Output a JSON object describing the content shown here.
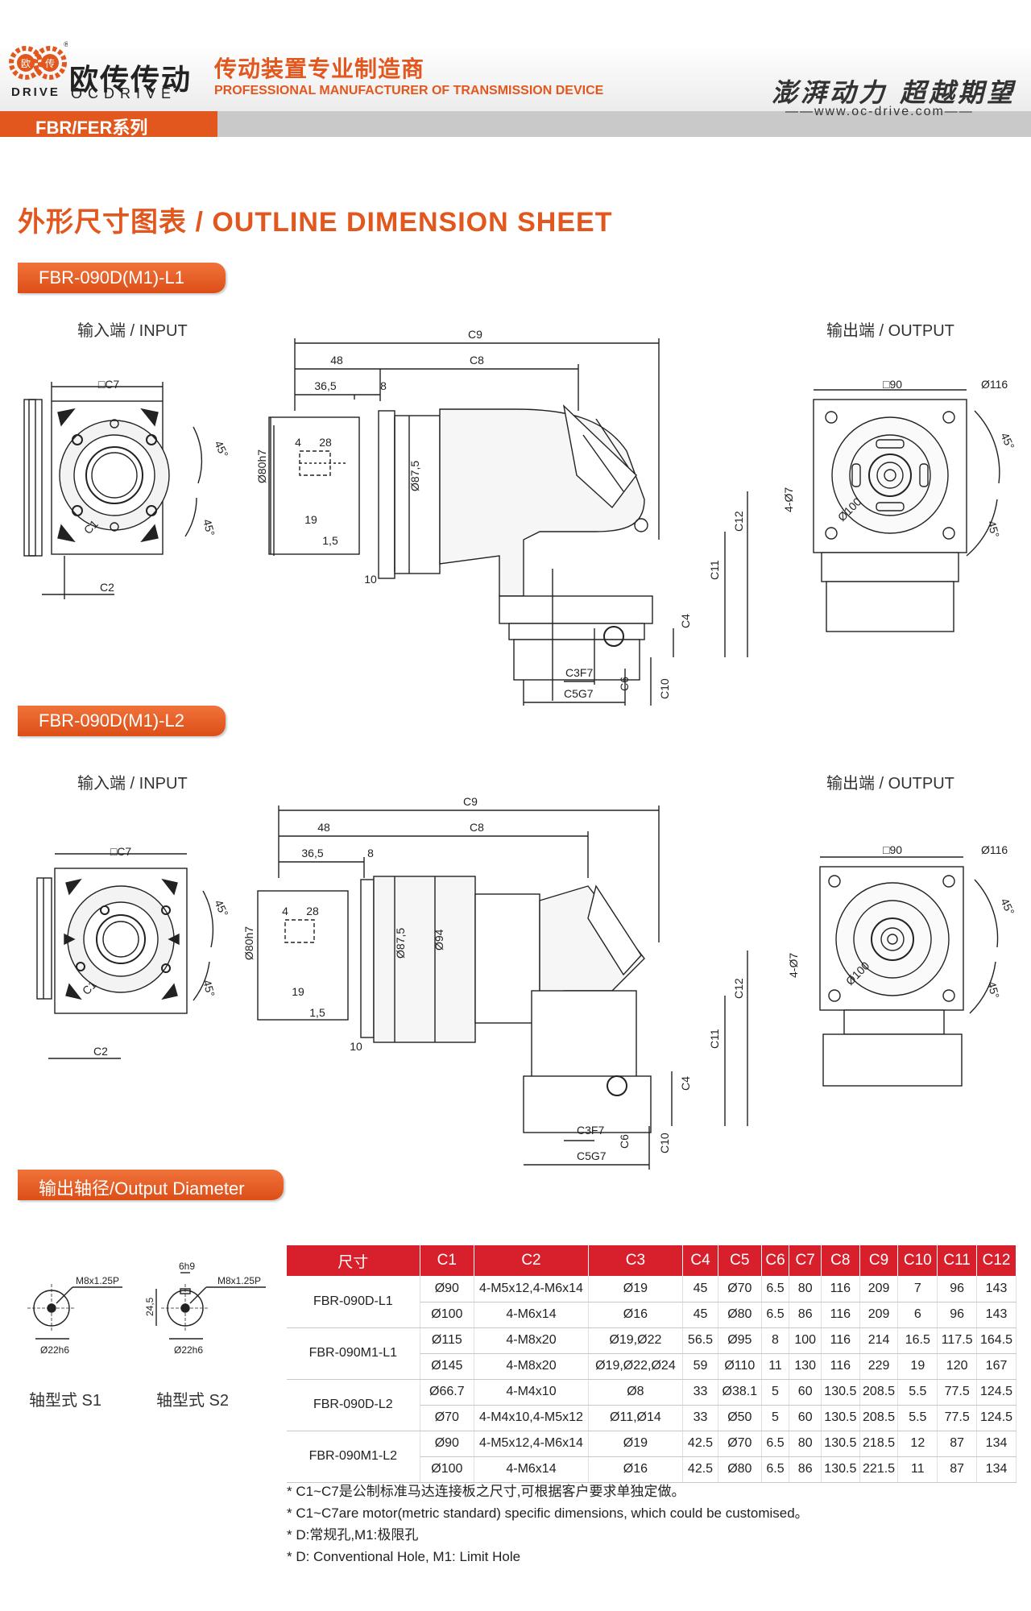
{
  "header": {
    "brand_cn": "欧传传动",
    "brand_en_left": "DRIVE",
    "brand_en_right": "OCDRIVE",
    "tagline_cn": "传动装置专业制造商",
    "tagline_en": "PROFESSIONAL MANUFACTURER OF TRANSMISSION DEVICE",
    "slogan": "澎湃动力 超越期望",
    "website": "——www.oc-drive.com——",
    "series": "FBR/FER系列",
    "brand_color": "#e2571e"
  },
  "title": "外形尺寸图表 / OUTLINE DIMENSION SHEET",
  "section1": {
    "label": "FBR-090D(M1)-L1",
    "input_label": "输入端 / INPUT",
    "output_label": "输出端 / OUTPUT"
  },
  "section2": {
    "label": "FBR-090D(M1)-L2",
    "input_label": "输入端 / INPUT",
    "output_label": "输出端 / OUTPUT"
  },
  "dims": {
    "c9": "C9",
    "c8": "C8",
    "c7": "□C7",
    "c1": "C1",
    "c2": "C2",
    "d48": "48",
    "d365": "36,5",
    "d8": "8",
    "d4": "4",
    "d28": "28",
    "d19": "19",
    "d15": "1,5",
    "d10": "10",
    "d80": "Ø80h7",
    "d875": "Ø87,5",
    "d94": "Ø94",
    "c12": "C12",
    "c11": "C11",
    "c4": "C4",
    "c10": "C10",
    "c6": "C6",
    "c3": "C3F7",
    "c5": "C5G7",
    "sq90": "□90",
    "d116": "Ø116",
    "d100": "Ø100",
    "h407": "4-Ø7",
    "a45": "45°"
  },
  "output_diameter": {
    "label": "输出轴径/Output Diameter",
    "s1_label": "轴型式 S1",
    "s2_label": "轴型式 S2",
    "thread": "M8x1.25P",
    "dia": "Ø22h6",
    "key": "6h9",
    "height": "24,5"
  },
  "table": {
    "headers": [
      "尺寸",
      "C1",
      "C2",
      "C3",
      "C4",
      "C5",
      "C6",
      "C7",
      "C8",
      "C9",
      "C10",
      "C11",
      "C12"
    ],
    "groups": [
      {
        "model": "FBR-090D-L1",
        "rows": [
          [
            "Ø90",
            "4-M5x12,4-M6x14",
            "Ø19",
            "45",
            "Ø70",
            "6.5",
            "80",
            "116",
            "209",
            "7",
            "96",
            "143"
          ],
          [
            "Ø100",
            "4-M6x14",
            "Ø16",
            "45",
            "Ø80",
            "6.5",
            "86",
            "116",
            "209",
            "6",
            "96",
            "143"
          ]
        ]
      },
      {
        "model": "FBR-090M1-L1",
        "rows": [
          [
            "Ø115",
            "4-M8x20",
            "Ø19,Ø22",
            "56.5",
            "Ø95",
            "8",
            "100",
            "116",
            "214",
            "16.5",
            "117.5",
            "164.5"
          ],
          [
            "Ø145",
            "4-M8x20",
            "Ø19,Ø22,Ø24",
            "59",
            "Ø110",
            "11",
            "130",
            "116",
            "229",
            "19",
            "120",
            "167"
          ]
        ]
      },
      {
        "model": "FBR-090D-L2",
        "rows": [
          [
            "Ø66.7",
            "4-M4x10",
            "Ø8",
            "33",
            "Ø38.1",
            "5",
            "60",
            "130.5",
            "208.5",
            "5.5",
            "77.5",
            "124.5"
          ],
          [
            "Ø70",
            "4-M4x10,4-M5x12",
            "Ø11,Ø14",
            "33",
            "Ø50",
            "5",
            "60",
            "130.5",
            "208.5",
            "5.5",
            "77.5",
            "124.5"
          ]
        ]
      },
      {
        "model": "FBR-090M1-L2",
        "rows": [
          [
            "Ø90",
            "4-M5x12,4-M6x14",
            "Ø19",
            "42.5",
            "Ø70",
            "6.5",
            "80",
            "130.5",
            "218.5",
            "12",
            "87",
            "134"
          ],
          [
            "Ø100",
            "4-M6x14",
            "Ø16",
            "42.5",
            "Ø80",
            "6.5",
            "86",
            "130.5",
            "221.5",
            "11",
            "87",
            "134"
          ]
        ]
      }
    ]
  },
  "notes": [
    "* C1~C7是公制标准马达连接板之尺寸,可根据客户要求单独定做。",
    "* C1~C7are motor(metric standard)  specific dimensions, which could be customised。",
    "* D:常规孔,M1:极限孔",
    "* D: Conventional Hole, M1: Limit Hole"
  ]
}
